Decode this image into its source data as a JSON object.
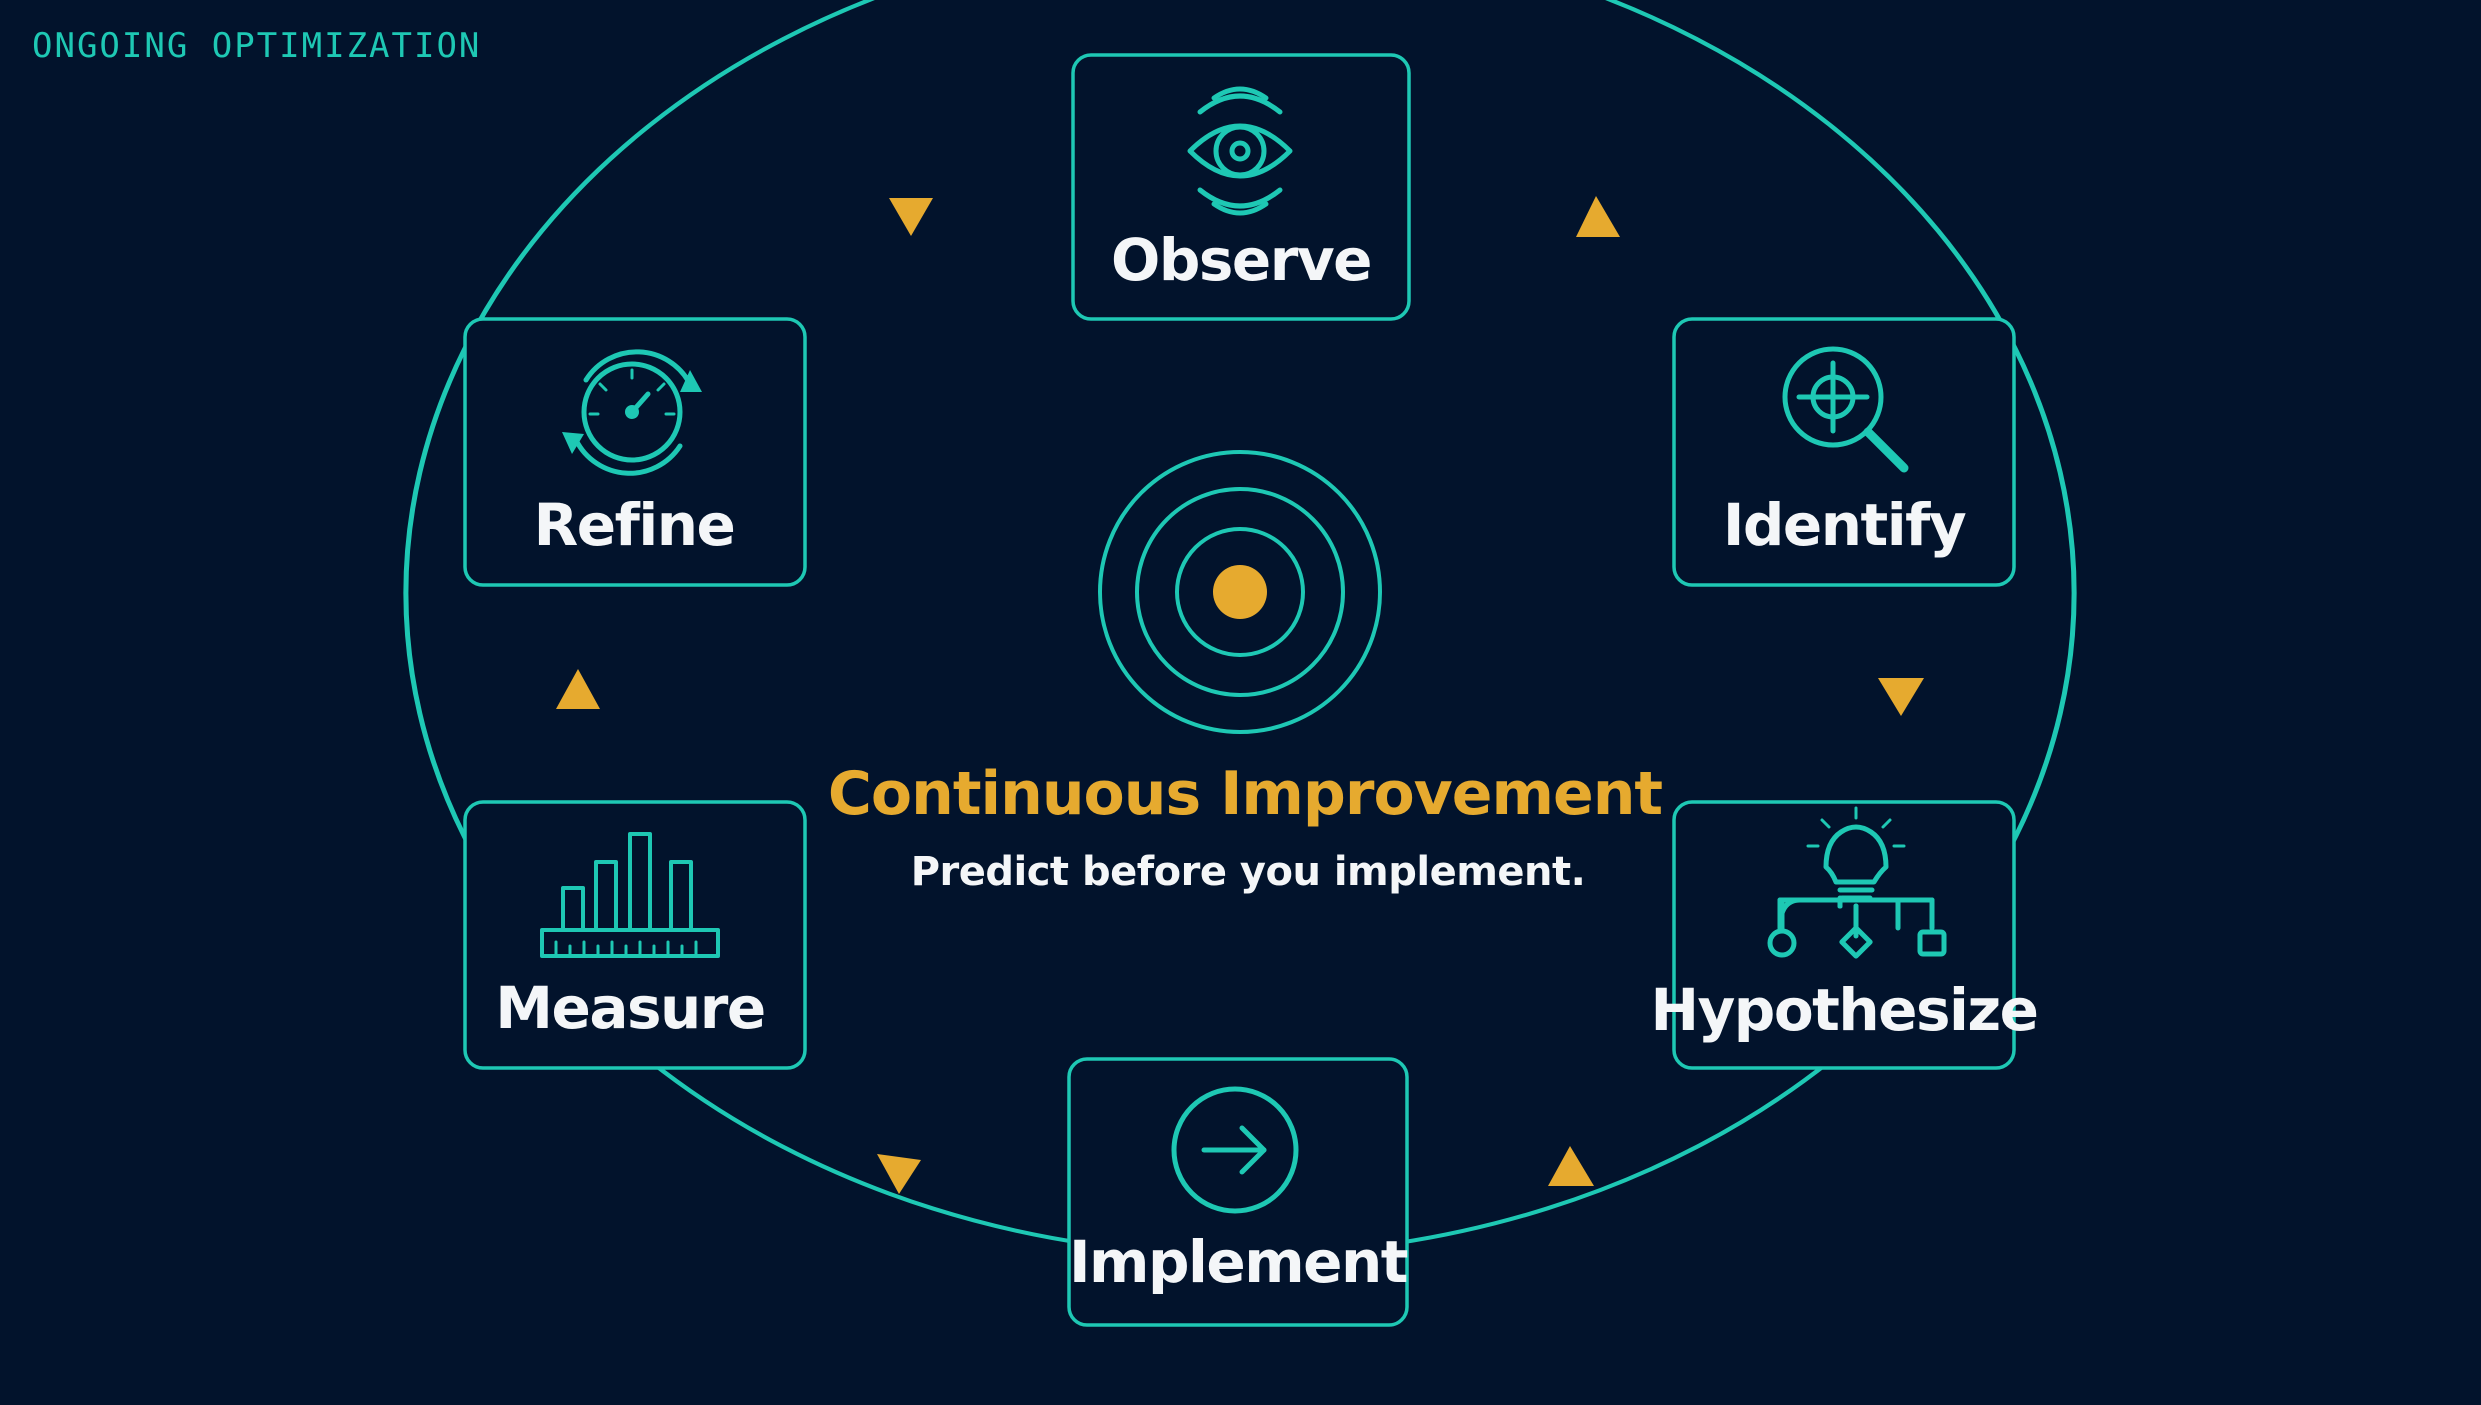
{
  "header": {
    "eyebrow": "ONGOING OPTIMIZATION"
  },
  "cycle": {
    "title": "Continuous Improvement",
    "subtitle": "Predict before you implement.",
    "steps": [
      {
        "label": "Observe",
        "icon": "eye-icon"
      },
      {
        "label": "Identify",
        "icon": "magnifier-crosshair-icon"
      },
      {
        "label": "Hypothesize",
        "icon": "lightbulb-branch-icon"
      },
      {
        "label": "Implement",
        "icon": "arrow-right-circle-icon"
      },
      {
        "label": "Measure",
        "icon": "bar-chart-icon"
      },
      {
        "label": "Refine",
        "icon": "gauge-refresh-icon"
      }
    ],
    "center_icon": "target-icon"
  },
  "colors": {
    "background": "#02132c",
    "accent": "#1ec8b4",
    "highlight": "#e6aa2f",
    "text": "#f4f6f8"
  }
}
